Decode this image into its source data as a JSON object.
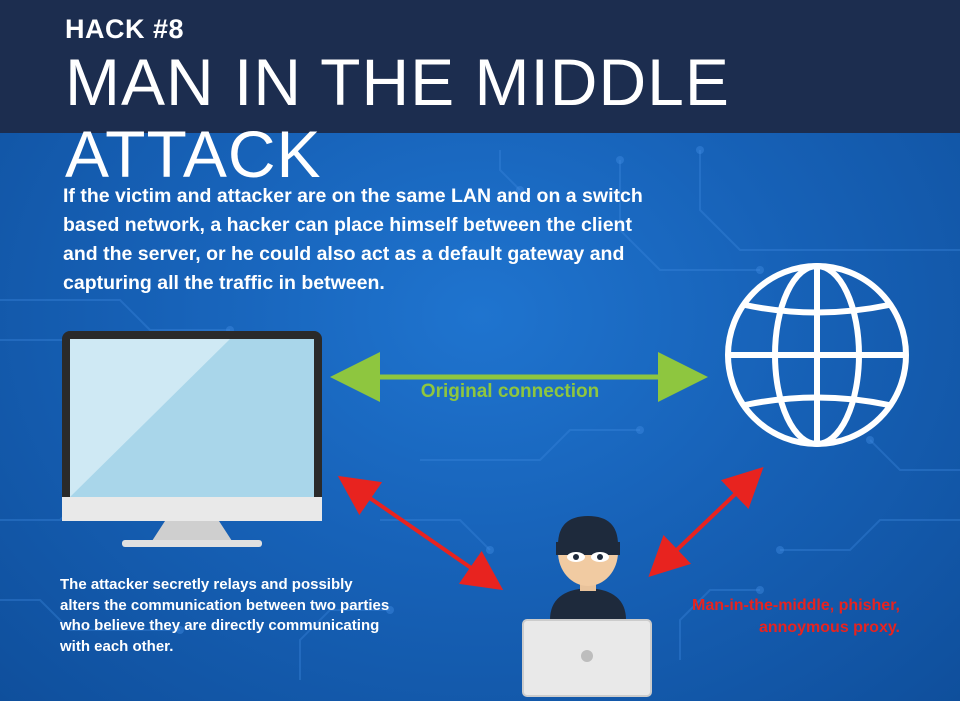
{
  "header": {
    "hack_label": "HACK #8",
    "title": "MAN IN THE MIDDLE ATTACK"
  },
  "intro_text": "If the victim and attacker are on the same LAN and on a switch based network, a hacker can place himself between the client and the server, or he could also act as a default gateway and capturing all the traffic in between.",
  "diagram": {
    "nodes": [
      {
        "id": "client",
        "icon": "desktop-monitor-icon"
      },
      {
        "id": "server",
        "icon": "globe-icon"
      },
      {
        "id": "attacker",
        "icon": "masked-hacker-icon"
      }
    ],
    "connections": [
      {
        "from": "client",
        "to": "server",
        "label": "Original connection",
        "color": "#8ec63f"
      },
      {
        "from": "client",
        "to": "attacker",
        "label": "",
        "color": "#e8231f"
      },
      {
        "from": "attacker",
        "to": "server",
        "label": "",
        "color": "#e8231f"
      }
    ]
  },
  "footnote": "The attacker secretly relays and possibly alters the communication between two parties who believe they are directly communicating with each other.",
  "attacker_label": "Man-in-the-middle, phisher, annoymous proxy.",
  "colors": {
    "header_bg": "#1c2d4f",
    "background": "#1762b8",
    "original_connection": "#8ec63f",
    "attack_connection": "#e8231f",
    "text": "#ffffff"
  }
}
